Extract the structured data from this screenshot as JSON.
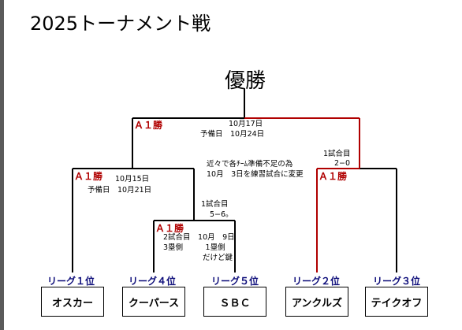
{
  "title": "2025トーナメント戦",
  "winner_label": "優勝",
  "final": {
    "result": "Ａ１勝",
    "date": "10月17日",
    "reserve": "予備日　10月24日",
    "note_line1": "近々で各ﾁｰﾑ準備不足の為",
    "note_line2": "10月　3日を練習試合に変更"
  },
  "right_semi": {
    "match": "1試合目",
    "score": "2−0",
    "result": "Ａ１勝"
  },
  "left_semi": {
    "result": "Ａ１勝",
    "date": "10月15日",
    "reserve": "予備日　10月21日"
  },
  "quarter": {
    "match": "1試合目",
    "score": "5−6。",
    "result": "Ａ１勝",
    "line1": "2試合目　10月　9日",
    "line2": "3塁側　　　1塁側",
    "line3": "だけど鍵"
  },
  "leagues": [
    "リーグ１位",
    "リーグ４位",
    "リーグ５位",
    "リーグ２位",
    "リーグ３位"
  ],
  "teams": [
    "オスカー",
    "クーパース",
    "ＳＢＣ",
    "アンクルズ",
    "テイクオフ"
  ],
  "colors": {
    "winner_path": "#b00000",
    "league_text": "#0d0d7a",
    "line": "#000000"
  }
}
